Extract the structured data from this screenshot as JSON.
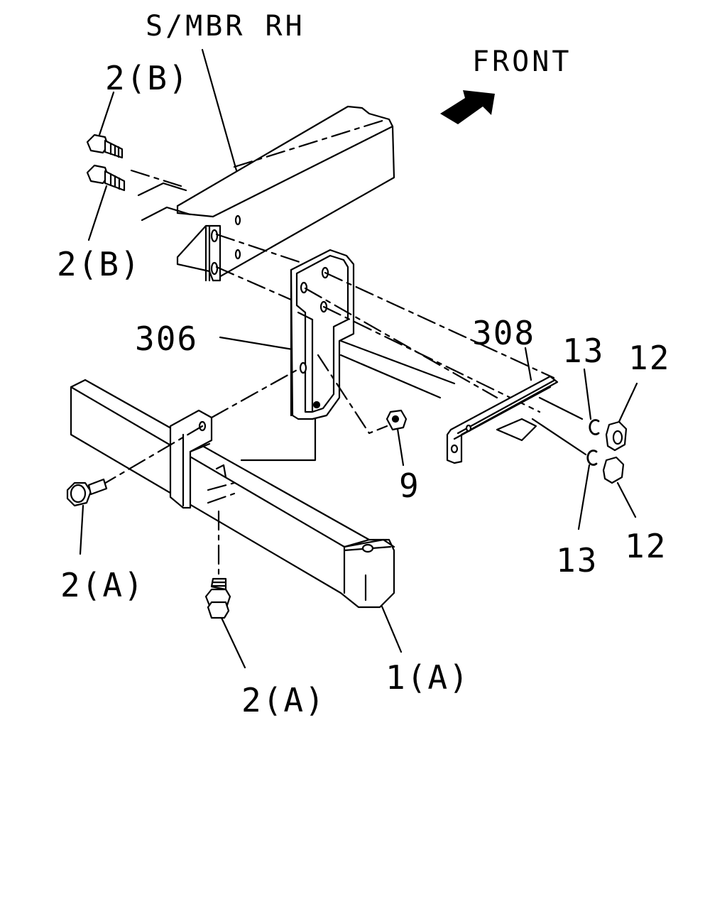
{
  "labels": {
    "subframe": "S/MBR RH",
    "front": "FRONT",
    "bolt_b_top": "2(B)",
    "bolt_b_bottom": "2(B)",
    "bracket_306": "306",
    "bracket_308": "308",
    "ring_13_top": "13",
    "ring_13_bottom": "13",
    "nut_12_top": "12",
    "nut_12_bottom": "12",
    "nut_9": "9",
    "bolt_a_left": "2(A)",
    "bolt_a_bottom": "2(A)",
    "frame_1a": "1(A)"
  },
  "icons": {
    "front_arrow": "front-arrow-icon"
  }
}
